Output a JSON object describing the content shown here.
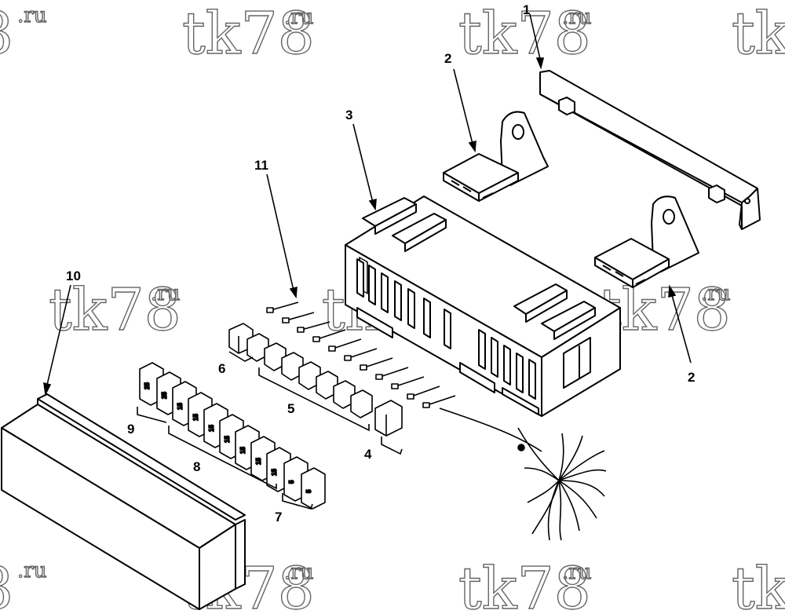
{
  "watermark": {
    "main": "tk78",
    "suffix": ".ru",
    "partial_suffix": ".ru",
    "partial_main": "tk"
  },
  "callouts": {
    "c1": "1",
    "c2a": "2",
    "c2b": "2",
    "c3": "3",
    "c4": "4",
    "c5": "5",
    "c6": "6",
    "c7": "7",
    "c8": "8",
    "c9": "9",
    "c10": "10",
    "c11": "11"
  },
  "fuse_labels": [
    "25",
    "25",
    "15",
    "15",
    "15",
    "15",
    "15",
    "15",
    "15",
    "5",
    "5"
  ],
  "colors": {
    "line": "#000000",
    "background": "#ffffff",
    "watermark_stroke": "#666666"
  }
}
